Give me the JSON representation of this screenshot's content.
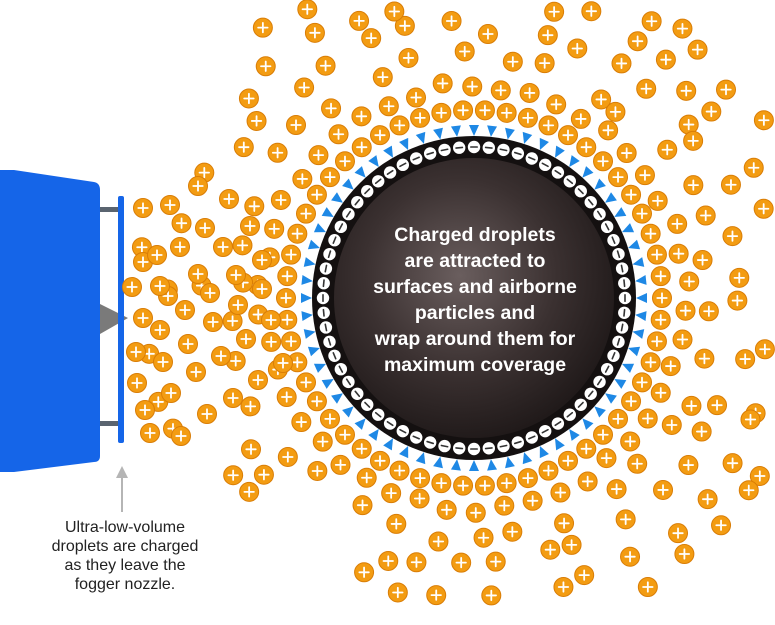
{
  "center_label": {
    "lines": [
      "Charged droplets",
      "are attracted to",
      "surfaces and airborne",
      "particles and",
      "wrap around them for",
      "maximum coverage"
    ]
  },
  "nozzle_caption": {
    "lines": [
      "Ultra-low-volume",
      "droplets are charged",
      "as they leave the",
      "fogger nozzle."
    ]
  },
  "colors": {
    "droplet": "#F39C12",
    "droplet_border": "#D97D06",
    "fogger": "#1565E8",
    "induced_arrows": "#1E88E5",
    "sphere_dark": "#2A2222",
    "sphere_light": "#6A5E5E",
    "ring": "#111111",
    "arrow_gray": "#B5B5B5"
  },
  "icons": {
    "positive_charge": "plus-sign",
    "negative_charge": "minus-sign",
    "pointer": "up-arrow"
  }
}
